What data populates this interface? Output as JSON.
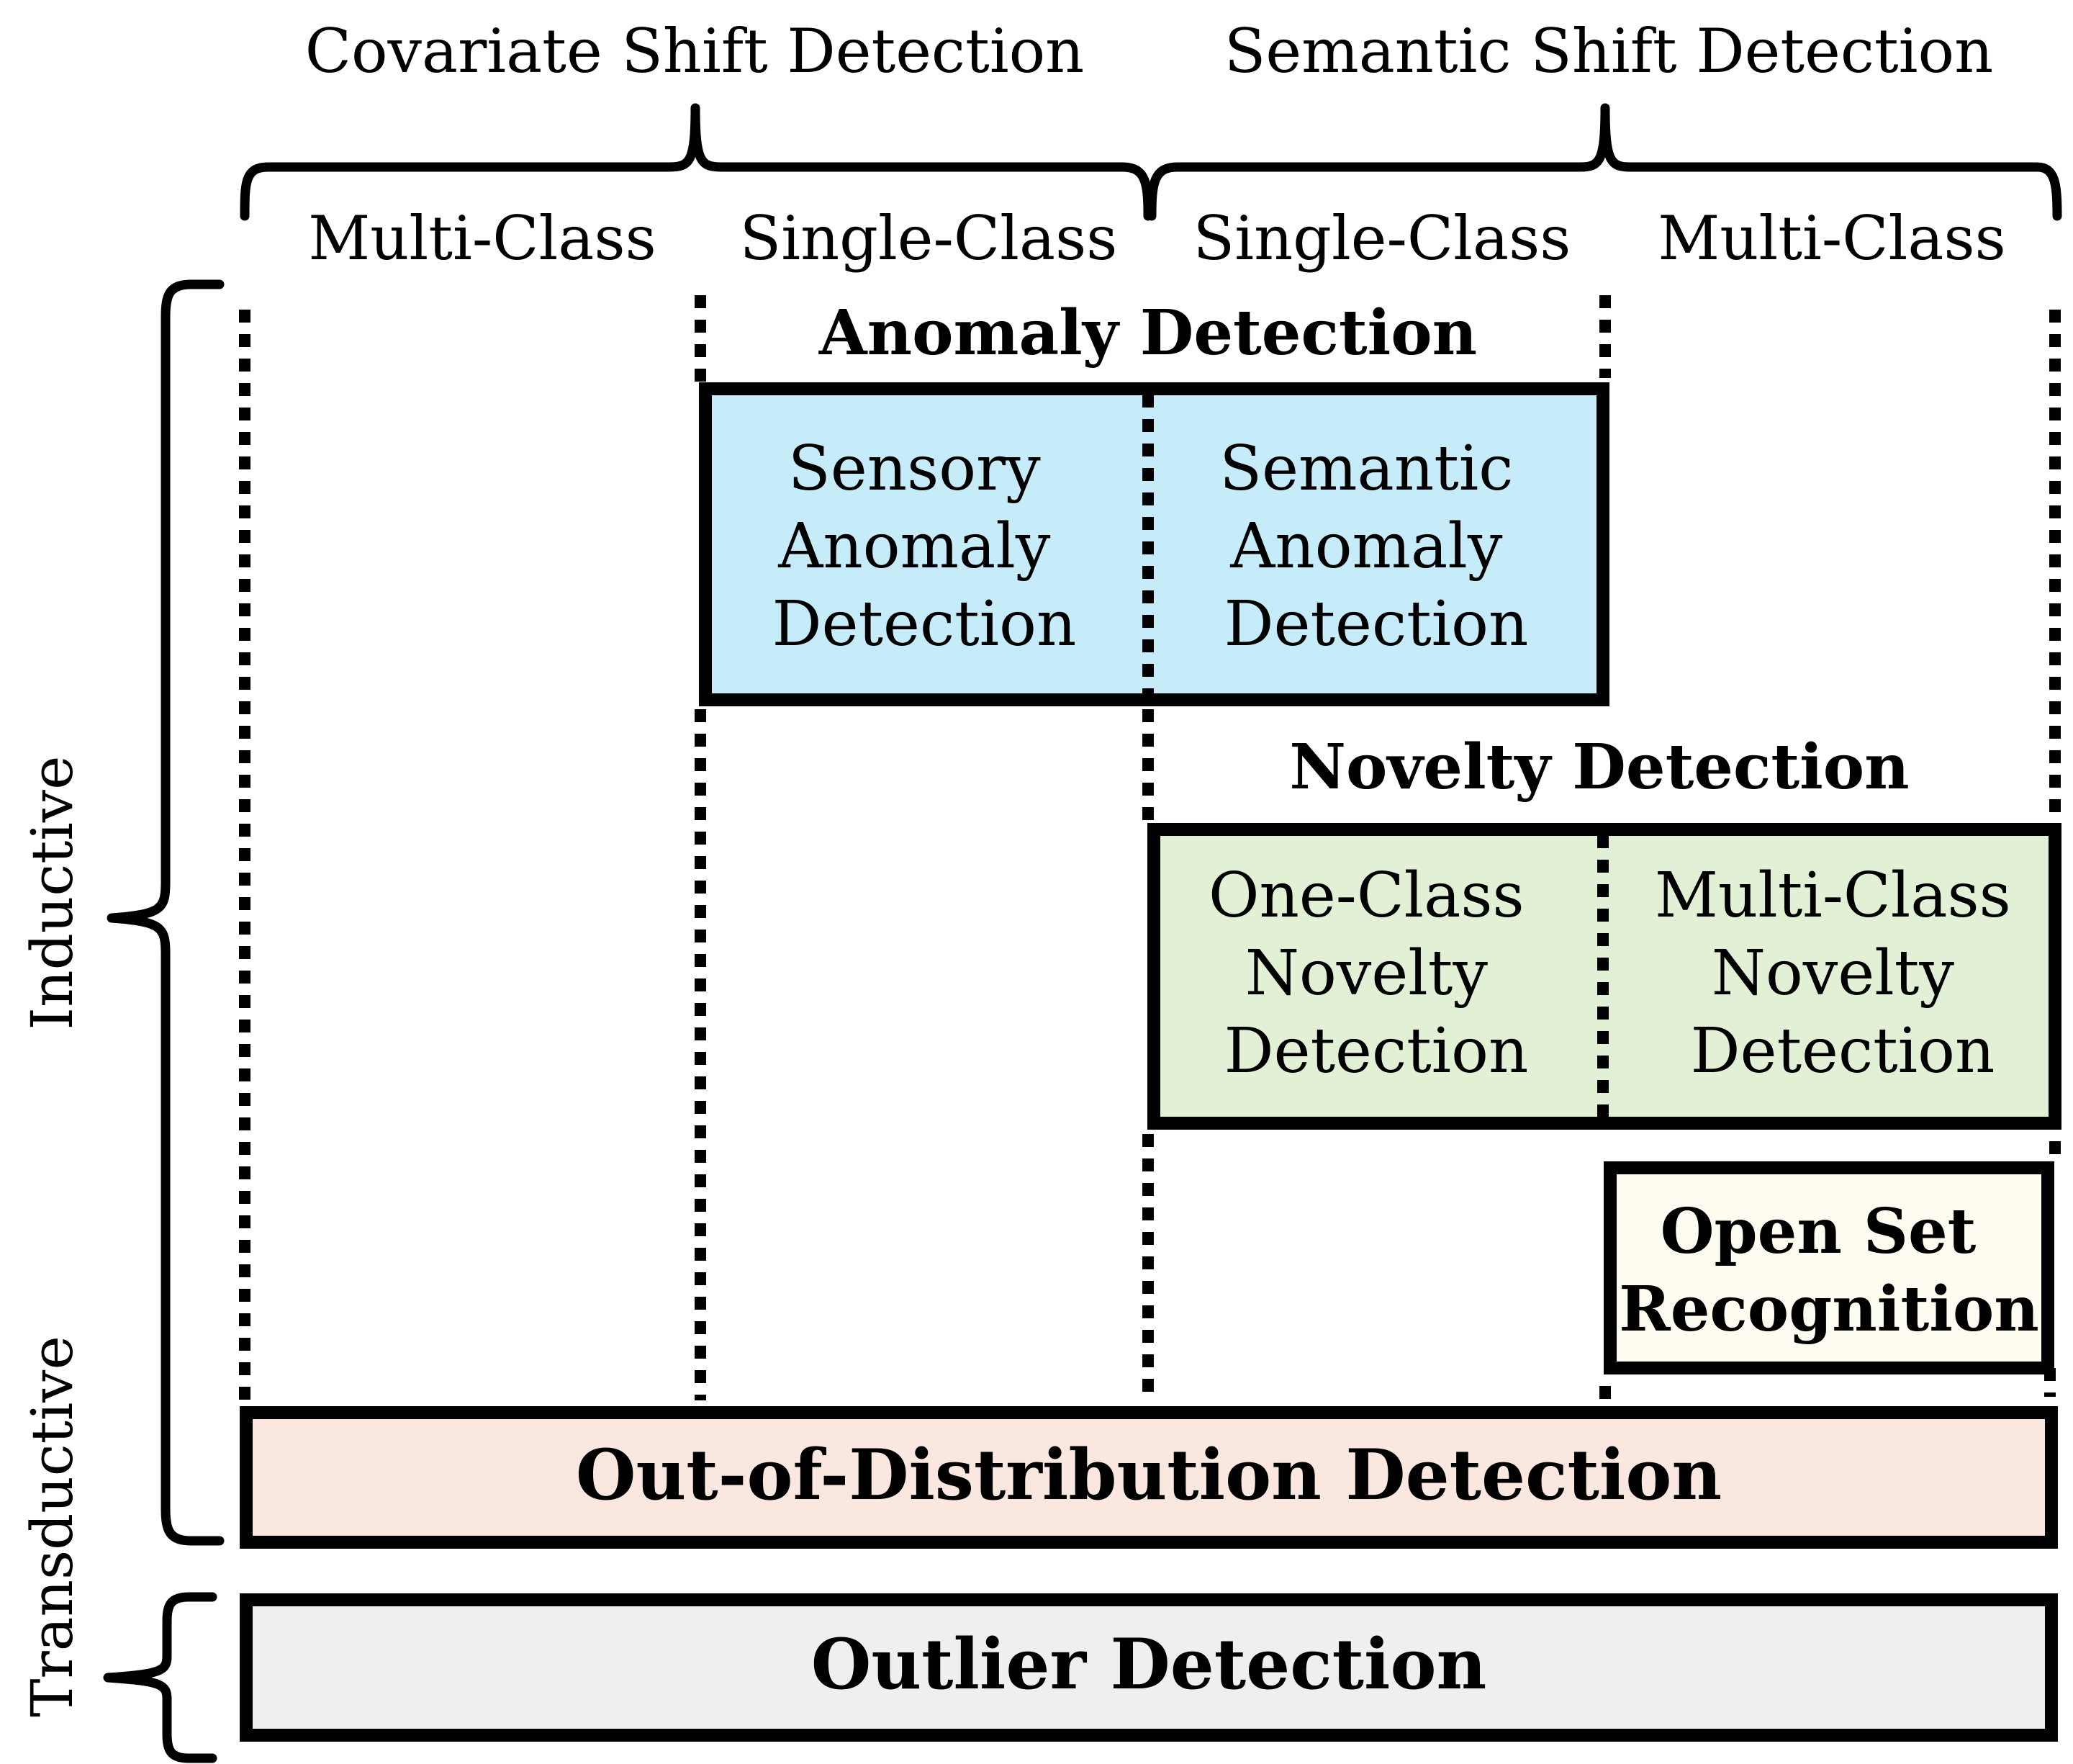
{
  "headers": {
    "covariate": "Covariate Shift Detection",
    "semantic": "Semantic Shift Detection"
  },
  "columns": [
    "Multi-Class",
    "Single-Class",
    "Single-Class",
    "Multi-Class"
  ],
  "side_labels": {
    "inductive": "Inductive",
    "transductive": "Transductive"
  },
  "anomaly": {
    "title": "Anomaly Detection",
    "color": "#1f6fb5",
    "fill": "#c6ebf9",
    "sensory": [
      "Sensory",
      "Anomaly",
      "Detection"
    ],
    "semantic": [
      "Semantic",
      "Anomaly",
      "Detection"
    ]
  },
  "novelty": {
    "title": "Novelty Detection",
    "color": "#18a352",
    "fill": "#e2f0d6",
    "one_class": [
      "One-Class",
      "Novelty",
      "Detection"
    ],
    "multi_class": [
      "Multi-Class",
      "Novelty",
      "Detection"
    ]
  },
  "open_set": {
    "lines": [
      "Open Set",
      "Recognition"
    ],
    "color": "#c49a11",
    "fill": "#fefcf1"
  },
  "ood": {
    "title": "Out-of-Distribution Detection",
    "color": "#c45c1d",
    "fill": "#fae8e0"
  },
  "outlier": {
    "title": "Outlier Detection",
    "color": "#808080",
    "fill": "#efefef"
  }
}
